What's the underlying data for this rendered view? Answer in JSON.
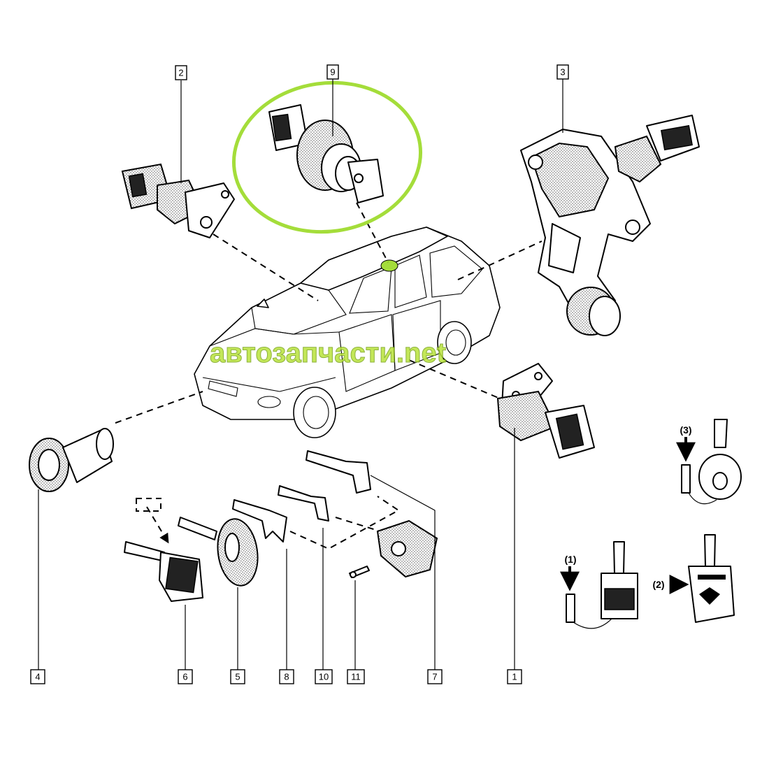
{
  "watermark": "автозапчасти.net",
  "callouts": {
    "c1": "1",
    "c2": "2",
    "c3": "3",
    "c4": "4",
    "c5": "5",
    "c6": "6",
    "c7": "7",
    "c8": "8",
    "c9": "9",
    "c10": "10",
    "c11": "11"
  },
  "variants": {
    "v1": "(1)",
    "v2": "(2)",
    "v3": "(3)"
  },
  "colors": {
    "highlight": "#a4dd3a",
    "watermark": "#b9e33b"
  }
}
